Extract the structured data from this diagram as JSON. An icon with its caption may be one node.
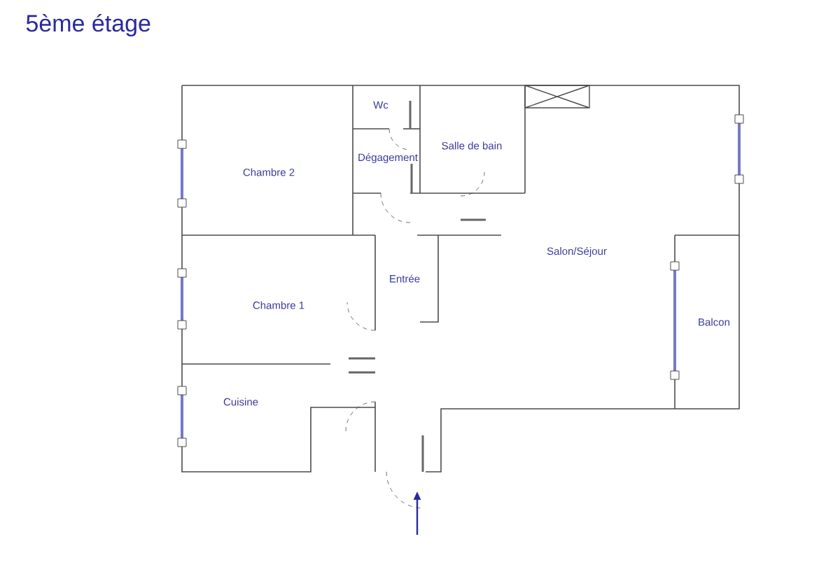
{
  "diagram": {
    "title": "5ème étage",
    "labels": [
      "Wc",
      "Chambre 2",
      "Dégagement",
      "Salle de bain",
      "Salon/Séjour",
      "Entrée",
      "Chambre 1",
      "Balcon",
      "Cuisine"
    ]
  }
}
